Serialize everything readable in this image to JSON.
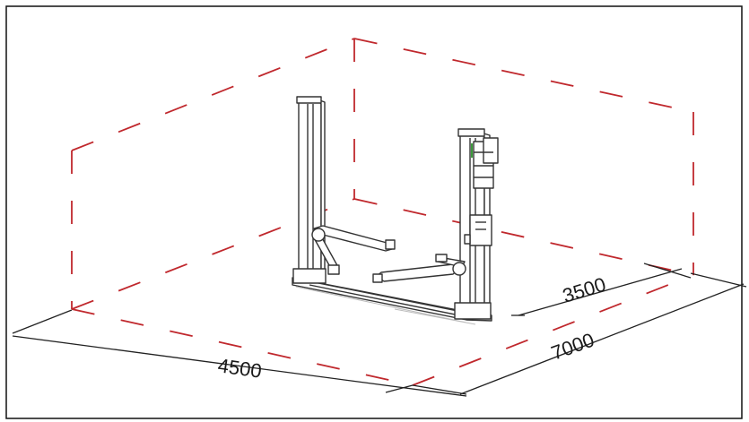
{
  "colors": {
    "frame": "#111111",
    "envelope": "#c0282d",
    "lift": "#333333",
    "dimension": "#222222",
    "background": "#ffffff"
  },
  "dimensions": {
    "width": "3500",
    "length": "7000",
    "depth": "4500"
  }
}
